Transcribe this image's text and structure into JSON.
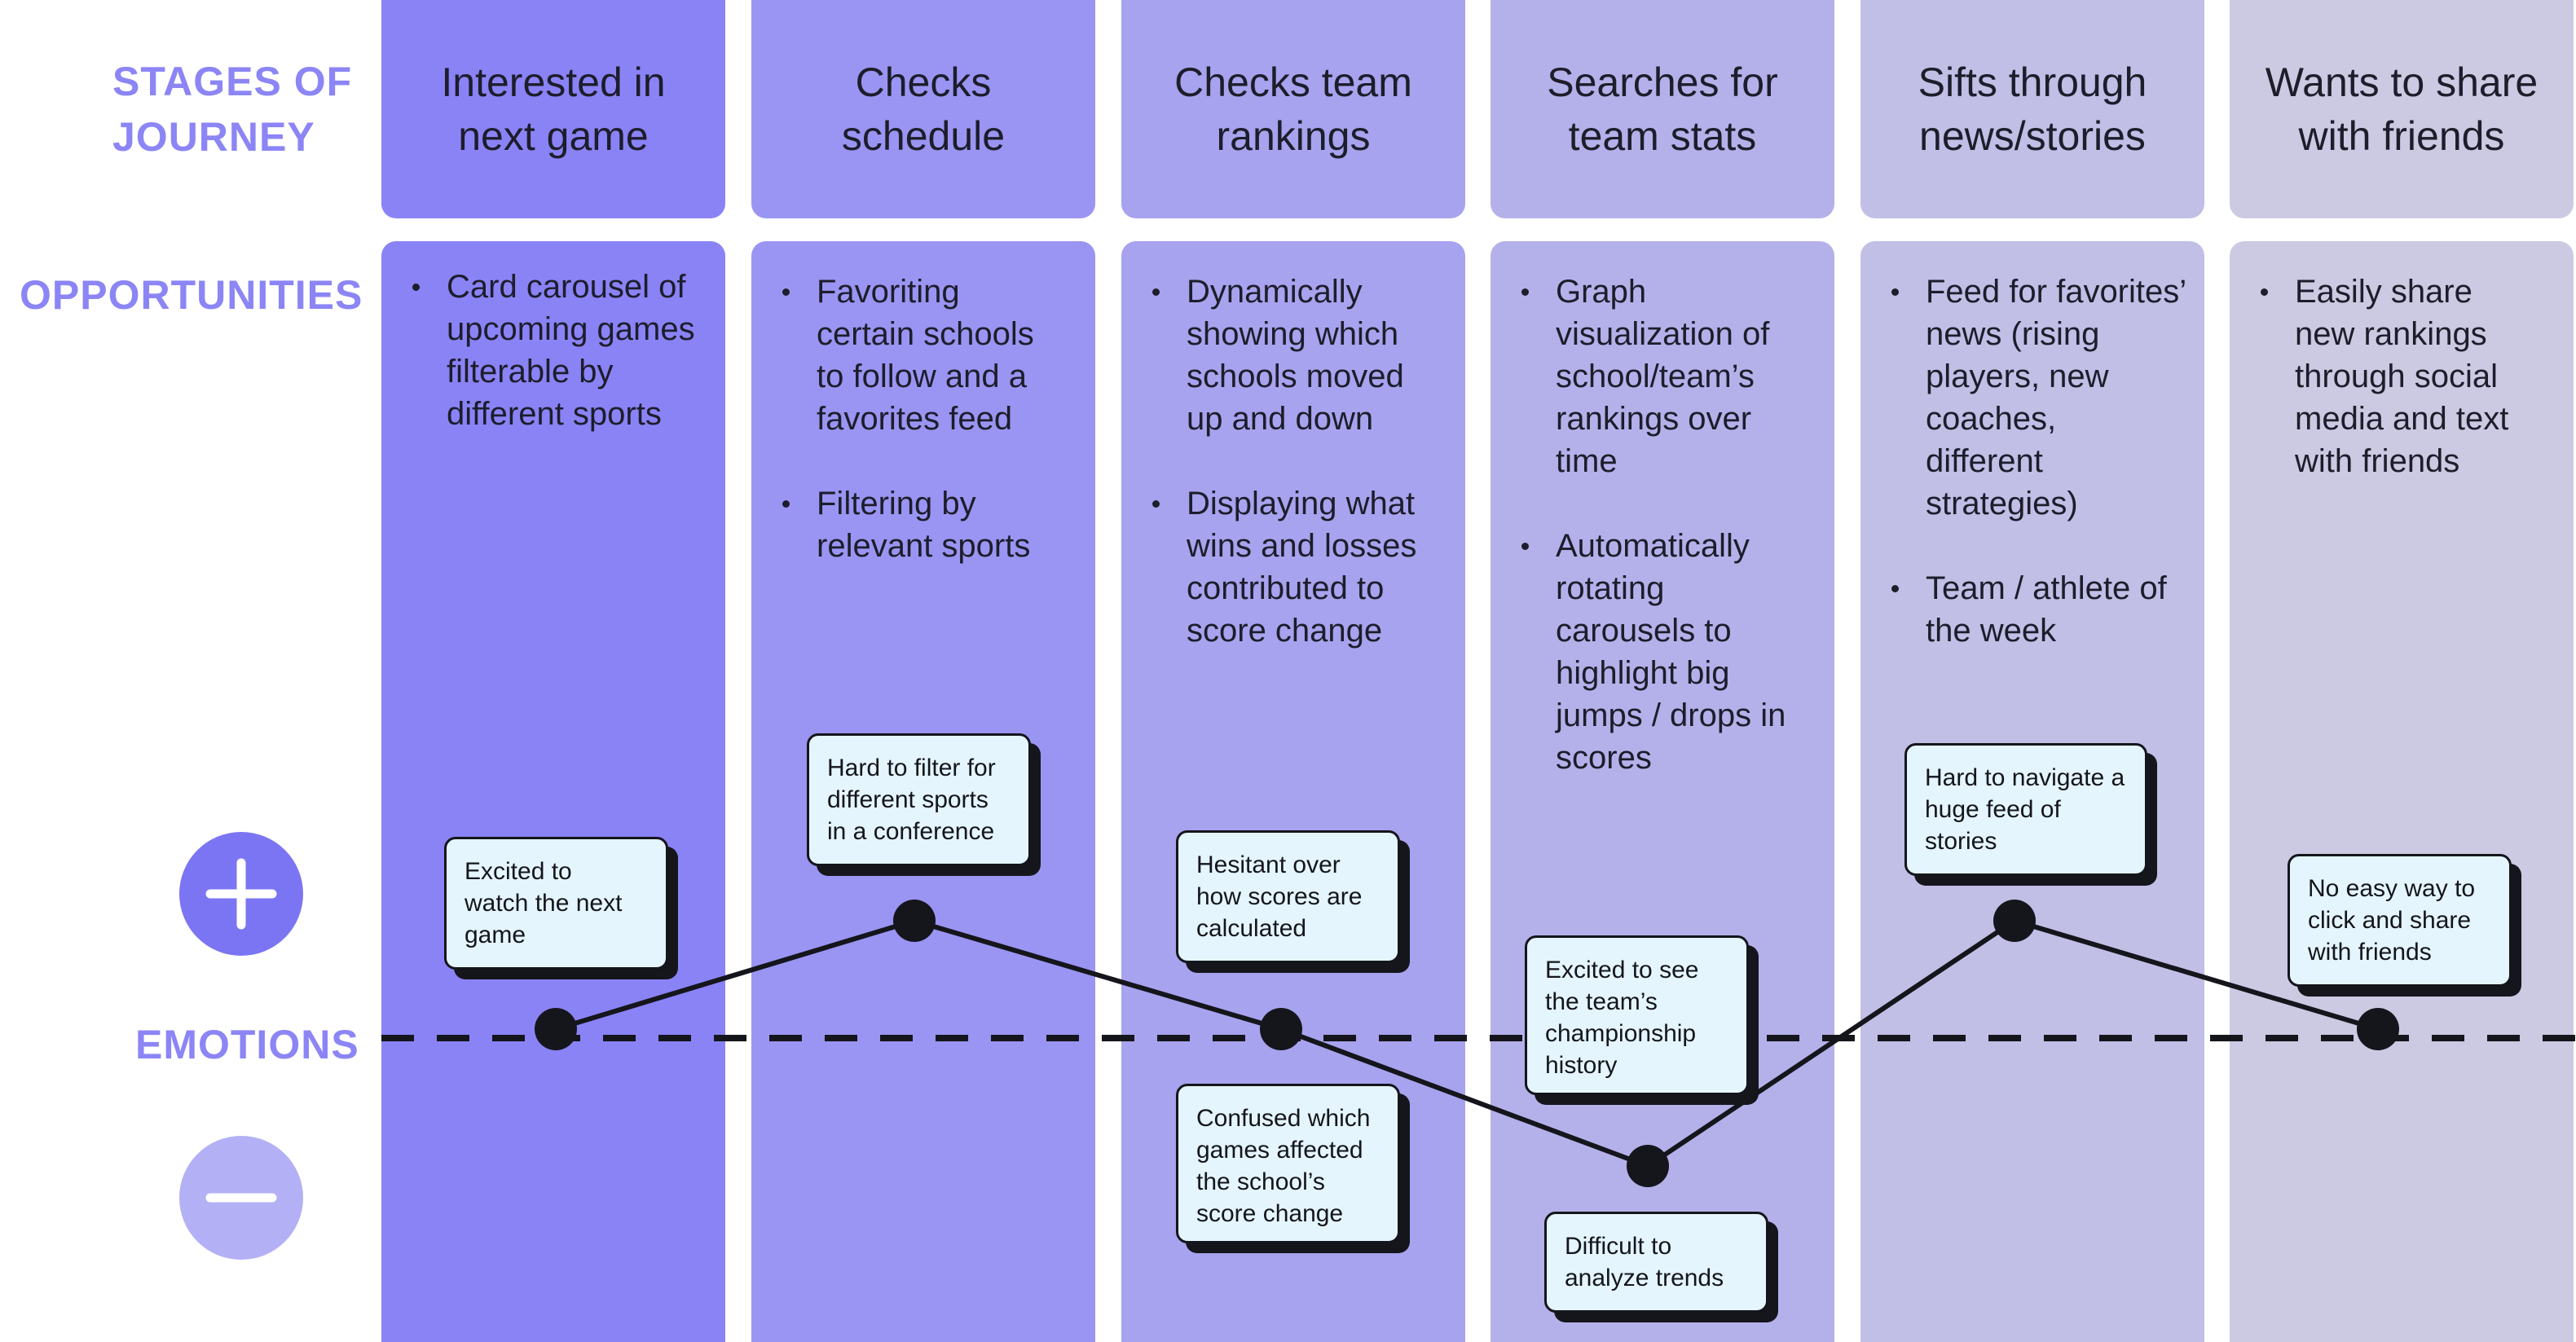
{
  "row_labels": {
    "stages": "STAGES OF\nJOURNEY",
    "opportunities": "OPPORTUNITIES",
    "emotions": "EMOTIONS"
  },
  "colors": {
    "label": "#8c85f5",
    "note_fill": "#e4f5fd",
    "ink": "#15151c",
    "plus_button": "#7b75f3",
    "minus_button": "#b3b0f5",
    "stage_fills": [
      "#8a83f6",
      "#9a95f2",
      "#a7a3ee",
      "#b4b1ea",
      "#c1bfe6",
      "#cbcae2"
    ],
    "column_fills": [
      "#8a83f6",
      "#9a95f2",
      "#a7a3ee",
      "#b4b1ea",
      "#c1bfe6",
      "#cbcae2"
    ]
  },
  "icons": {
    "positive": "plus-icon",
    "negative": "minus-icon"
  },
  "stages": [
    {
      "title": "Interested in\nnext game",
      "opportunities": [
        "Card carousel of\nupcoming games\nfilterable by\ndifferent sports"
      ]
    },
    {
      "title": "Checks\nschedule",
      "opportunities": [
        "Favoriting\ncertain schools\nto follow and a\nfavorites feed",
        "Filtering by\nrelevant sports"
      ]
    },
    {
      "title": "Checks team\nrankings",
      "opportunities": [
        "Dynamically\nshowing which\nschools moved\nup and down",
        "Displaying what\nwins and losses\ncontributed to\nscore change"
      ]
    },
    {
      "title": "Searches for\nteam stats",
      "opportunities": [
        "Graph\nvisualization of\nschool/team’s\nrankings over\ntime",
        "Automatically\nrotating\ncarousels to\nhighlight big\njumps / drops in\nscores"
      ]
    },
    {
      "title": "Sifts through\nnews/stories",
      "opportunities": [
        "Feed for favorites’\nnews (rising\nplayers, new\ncoaches,\ndifferent\nstrategies)",
        "Team / athlete of\nthe week"
      ]
    },
    {
      "title": "Wants to share\nwith friends",
      "opportunities": [
        "Easily share\nnew rankings\nthrough social\nmedia and text\nwith friends"
      ]
    }
  ],
  "emotion_points": [
    {
      "stage": 1,
      "level": 0
    },
    {
      "stage": 2,
      "level": 1
    },
    {
      "stage": 3,
      "level": 0
    },
    {
      "stage": 4,
      "level": -1
    },
    {
      "stage": 5,
      "level": 1
    },
    {
      "stage": 6,
      "level": 0
    }
  ],
  "notes": [
    {
      "stage": 1,
      "text": "Excited to\nwatch the next\ngame"
    },
    {
      "stage": 2,
      "text": "Hard to filter for\ndifferent sports\nin a conference"
    },
    {
      "stage": 3,
      "text": "Hesitant over\nhow scores are\ncalculated"
    },
    {
      "stage": 3,
      "text": "Confused which\ngames affected\nthe school’s\nscore change"
    },
    {
      "stage": 4,
      "text": "Excited to see\nthe team’s\nchampionship\nhistory"
    },
    {
      "stage": 4,
      "text": "Difficult to\nanalyze trends"
    },
    {
      "stage": 5,
      "text": "Hard to navigate a\nhuge feed of\nstories"
    },
    {
      "stage": 6,
      "text": "No easy way to\nclick and share\nwith friends"
    }
  ]
}
